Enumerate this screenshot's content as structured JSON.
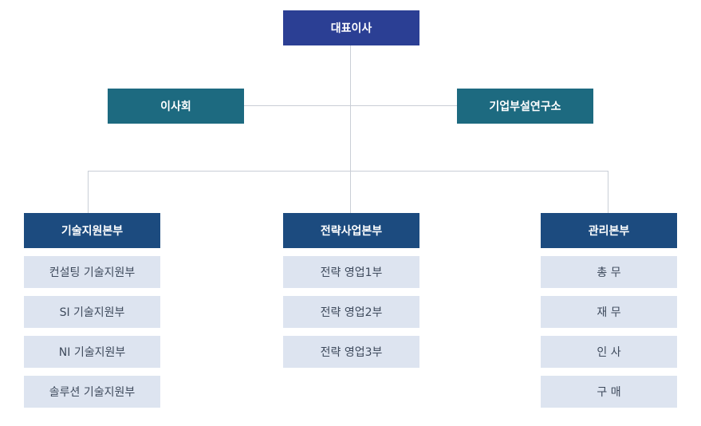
{
  "top": {
    "ceo": "대표이사"
  },
  "staff": {
    "board": "이사회",
    "lab": "기업부설연구소"
  },
  "divisions": [
    {
      "title": "기술지원본부",
      "teams": [
        "컨설팅 기술지원부",
        "SI 기술지원부",
        "NI 기술지원부",
        "솔루션 기술지원부"
      ]
    },
    {
      "title": "전략사업본부",
      "teams": [
        "전략 영업1부",
        "전략 영업2부",
        "전략 영업3부"
      ]
    },
    {
      "title": "관리본부",
      "teams": [
        "총 무",
        "재 무",
        "인 사",
        "구 매"
      ]
    }
  ],
  "colors": {
    "ceo": "#2b3f94",
    "staff": "#1d6a80",
    "division": "#1c4b7f",
    "team_bg": "#dde4f0",
    "line": "#c9ced6"
  }
}
